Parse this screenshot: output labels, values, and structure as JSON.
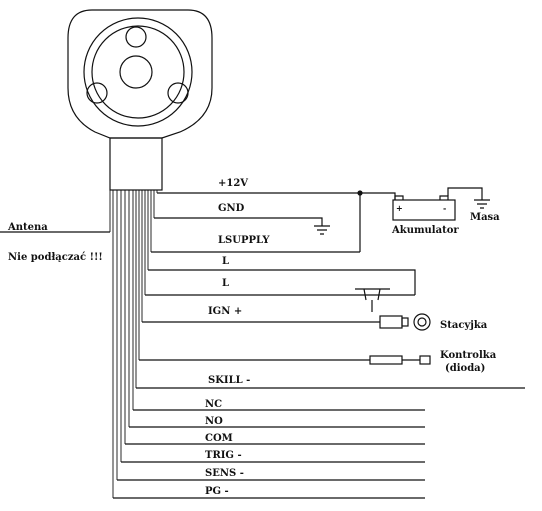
{
  "labels": {
    "antenna": "Antena",
    "do_not_connect": "Nie podłączać !!!",
    "battery": "Akumulator",
    "ground": "Masa",
    "ignition_switch": "Stacyjka",
    "indicator_line1": "Kontrolka",
    "indicator_line2": "(dioda)"
  },
  "wires": [
    {
      "id": "plus12v",
      "label": "+12V"
    },
    {
      "id": "gnd",
      "label": "GND"
    },
    {
      "id": "lsupply",
      "label": "LSUPPLY"
    },
    {
      "id": "l1",
      "label": "L"
    },
    {
      "id": "l2",
      "label": "L"
    },
    {
      "id": "ign",
      "label": "IGN +"
    },
    {
      "id": "skill",
      "label": "SKILL -"
    },
    {
      "id": "nc",
      "label": "NC"
    },
    {
      "id": "no",
      "label": "NO"
    },
    {
      "id": "com",
      "label": "COM"
    },
    {
      "id": "trig",
      "label": "TRIG -"
    },
    {
      "id": "sens",
      "label": "SENS -"
    },
    {
      "id": "pg",
      "label": "PG -"
    }
  ],
  "battery_terminals": {
    "plus": "+",
    "minus": "-"
  }
}
